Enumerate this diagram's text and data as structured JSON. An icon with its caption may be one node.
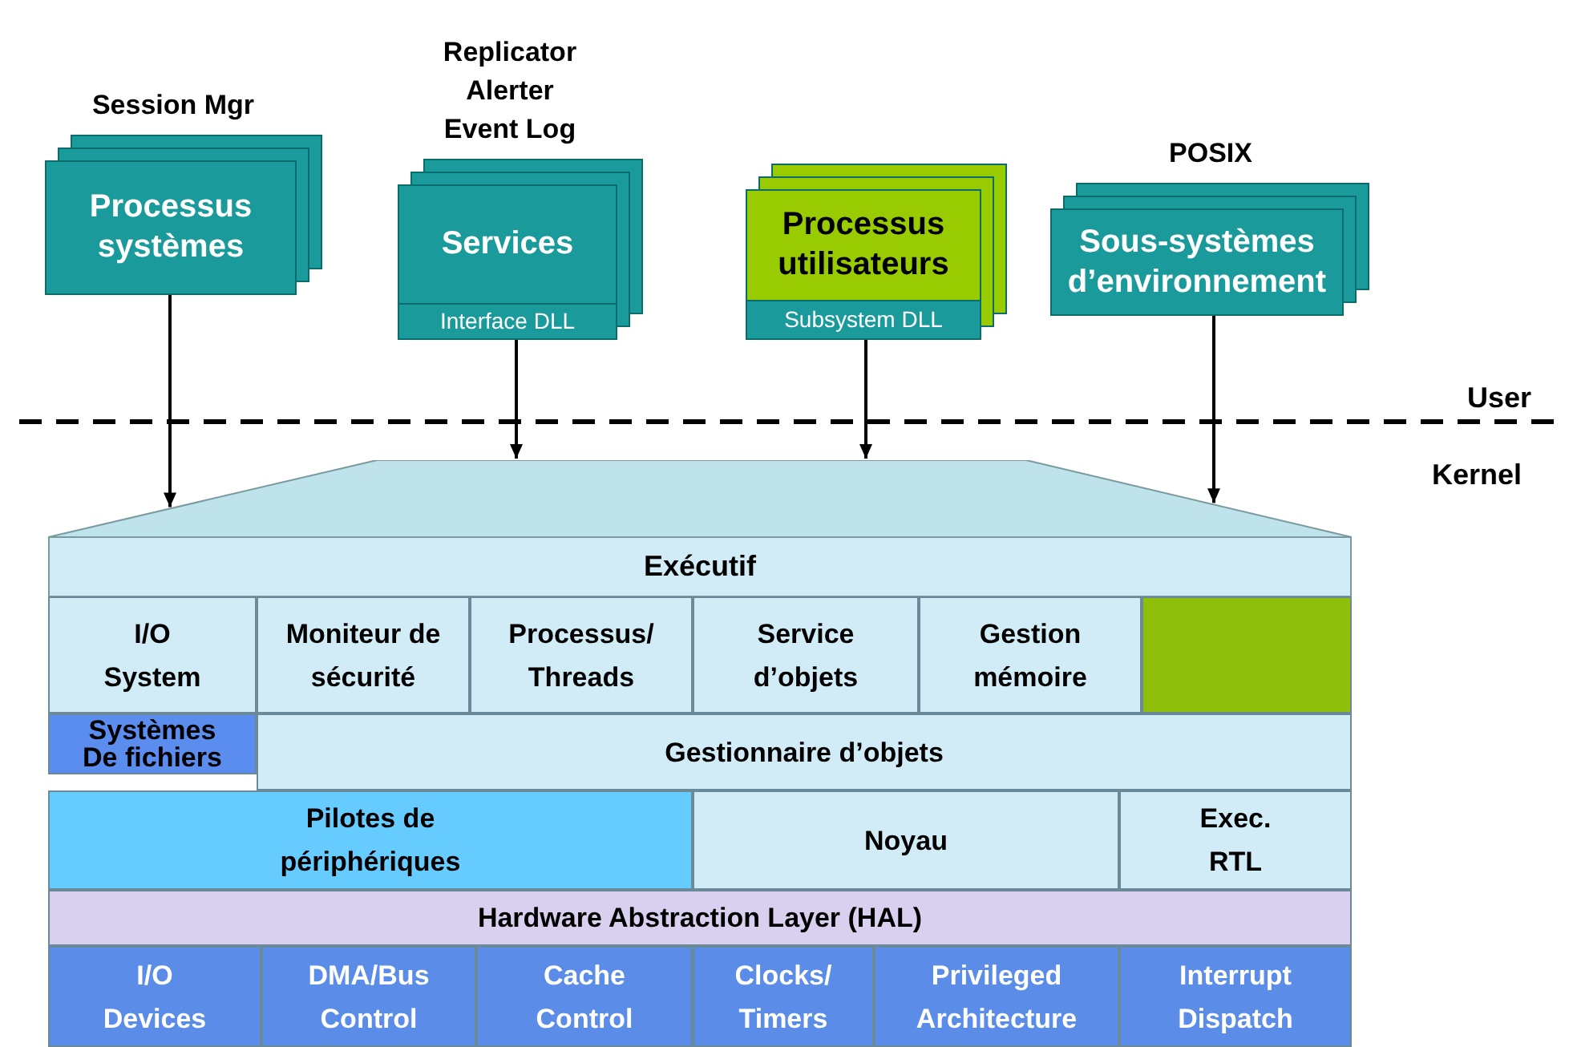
{
  "diagram": {
    "nodes": [
      {
        "text": [
          "Processus systèmes"
        ],
        "beside": [
          "Session Mgr"
        ]
      },
      {
        "text": [
          "Services",
          "Interface DLL"
        ],
        "beside": [
          "Replicator",
          "Alerter",
          "Event Log"
        ]
      },
      {
        "text": [
          "Processus utilisateurs",
          "Subsystem DLL"
        ]
      },
      {
        "text": [
          "Sous-systèmes d’environnement"
        ],
        "beside": [
          "POSIX"
        ]
      },
      {
        "text": [
          "Exécutif"
        ]
      },
      {
        "text": [
          "I/O System"
        ]
      },
      {
        "text": [
          "Moniteur de sécurité"
        ]
      },
      {
        "text": [
          "Processus/ Threads"
        ]
      },
      {
        "text": [
          "Service d’objets"
        ]
      },
      {
        "text": [
          "Gestion mémoire"
        ]
      },
      {
        "text": [],
        "shape": "box"
      },
      {
        "text": [
          "Systèmes De fichiers"
        ]
      },
      {
        "text": [
          "Gestionnaire d’objets"
        ]
      },
      {
        "text": [
          "Pilotes de périphériques"
        ]
      },
      {
        "text": [
          "Noyau"
        ]
      },
      {
        "text": [
          "Exec. RTL"
        ]
      },
      {
        "text": [
          "Hardware Abstraction Layer (HAL)"
        ]
      },
      {
        "text": [
          "I/O Devices"
        ]
      },
      {
        "text": [
          "DMA/Bus Control"
        ]
      },
      {
        "text": [
          "Cache Control"
        ]
      },
      {
        "text": [
          "Clocks/ Timers"
        ]
      },
      {
        "text": [
          "Privileged Architecture"
        ]
      },
      {
        "text": [
          "Interrupt Dispatch"
        ]
      }
    ],
    "edges": [
      {
        "from": 0,
        "to": 4,
        "arrow": "to"
      },
      {
        "from": 1,
        "to": 4,
        "arrow": "to"
      },
      {
        "from": 2,
        "to": 4,
        "arrow": "to"
      },
      {
        "from": 3,
        "to": 4,
        "arrow": "to"
      }
    ],
    "labels": [
      "User",
      "Kernel"
    ]
  }
}
